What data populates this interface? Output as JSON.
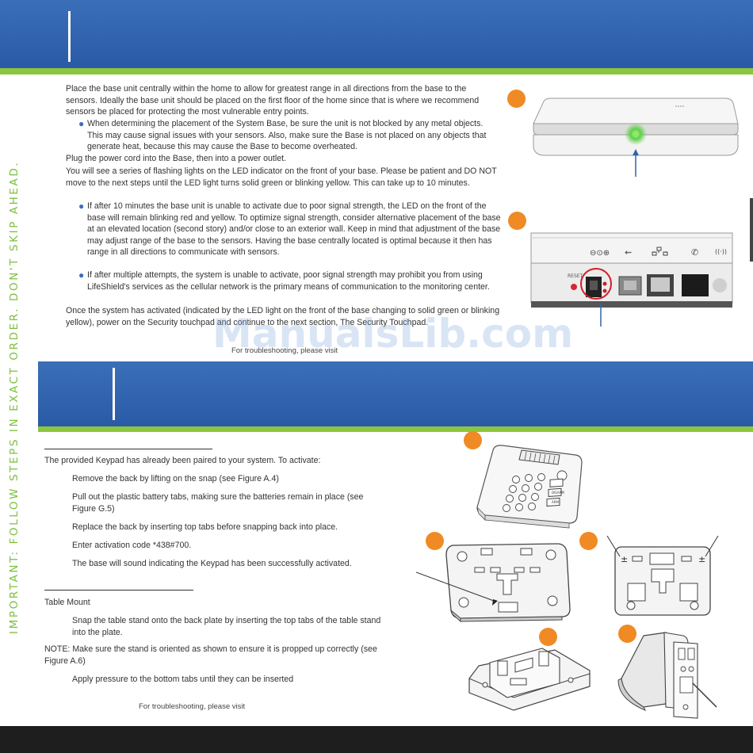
{
  "side_text": "IMPORTANT: FOLLOW STEPS IN EXACT ORDER. DON'T SKIP AHEAD.",
  "base_section": {
    "intro": "Place the  base unit centrally within the home to allow for greatest range in all directions from the base to the sensors.  Ideally the base unit should be placed on the first floor of the home since that is where we recommend sensors be placed for protecting the most vulnerable entry points.",
    "bullet1": "When determining the placement of the System Base, be sure the unit is not blocked by any metal objects. This may cause signal issues with your sensors.  Also, make sure the Base is not placed on any objects that generate heat, because this may cause the Base to become overheated.",
    "plug": "Plug the power cord into the Base, then into a power outlet.",
    "lights": "You will see a series of flashing lights on the LED indicator on the front of your base.  Please be patient and DO NOT move to the next steps until the LED light turns solid green or blinking yellow.  This can take up to 10 minutes.",
    "bullet2": "If after 10 minutes the base unit is unable to activate due to poor signal strength, the LED on the front of the base will remain blinking red and yellow.  To optimize signal strength, consider alternative placement of the base at an elevated location (second story) and/or close to an exterior wall. Keep in mind that adjustment of the base may adjust range of the base to the sensors. Having the base centrally located is optimal because it then has range in all directions to communicate with sensors.",
    "bullet3": "If after multiple attempts, the system is unable to activate, poor signal strength may prohibit you from using LifeShield's services as the cellular network is the primary means of communication to the monitoring center.",
    "closing": "Once the system has activated (indicated by the LED light on the front of the base changing to solid green or blinking yellow), power on the Security touchpad and continue to the next section, The Security Touchpad.",
    "troubleshoot": "For troubleshooting, please visit"
  },
  "watermark": "ManualsLib.com",
  "keypad_section": {
    "intro": "The provided Keypad has already been paired to your system. To activate:",
    "steps": [
      "Remove the back by lifting on the snap (see Figure A.4)",
      "Pull out the plastic battery tabs, making sure the batteries remain in place (see Figure G.5)",
      "Replace the back by inserting top tabs before snapping back into place.",
      "Enter activation code *438#700.",
      "The base will sound indicating the Keypad has been successfully activated."
    ],
    "table_mount": "Table Mount",
    "snap": "Snap the table stand onto the back plate by inserting the top tabs of the table stand into the plate.",
    "note": "NOTE: Make sure the stand is oriented as shown to ensure it is propped up correctly (see Figure A.6)",
    "pressure": "Apply pressure to the bottom tabs until they can be inserted",
    "troubleshoot": "For troubleshooting, please visit"
  },
  "device_labels": {
    "reset": "RESET",
    "keypad_disarm": "DISARM",
    "keypad_arm": "ARM"
  },
  "colors": {
    "blue": "#2f63ae",
    "green": "#8cc63f",
    "orange": "#f08a24",
    "dark": "#1e1e1e"
  }
}
